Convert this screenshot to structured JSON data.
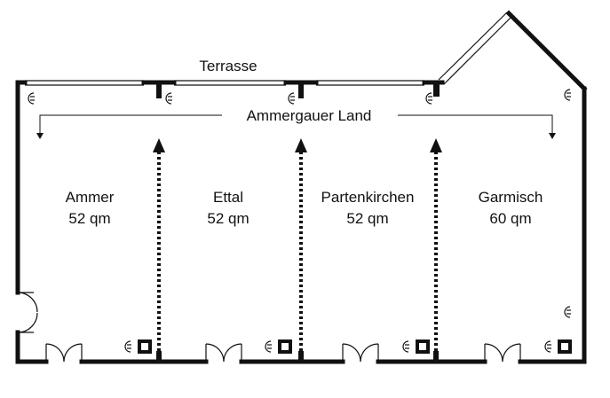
{
  "plan": {
    "terrace_label": "Terrasse",
    "region_label": "Ammergauer Land",
    "rooms": [
      {
        "name": "Ammer",
        "area": "52 qm"
      },
      {
        "name": "Ettal",
        "area": "52 qm"
      },
      {
        "name": "Partenkirchen",
        "area": "52 qm"
      },
      {
        "name": "Garmisch",
        "area": "60 qm"
      }
    ]
  },
  "colors": {
    "wall": "#111111",
    "background": "#ffffff"
  },
  "icons": [
    "power-outlet-icon",
    "floor-box-icon",
    "double-door-icon",
    "folding-partition-arrow-icon",
    "merge-arrow-icon"
  ]
}
